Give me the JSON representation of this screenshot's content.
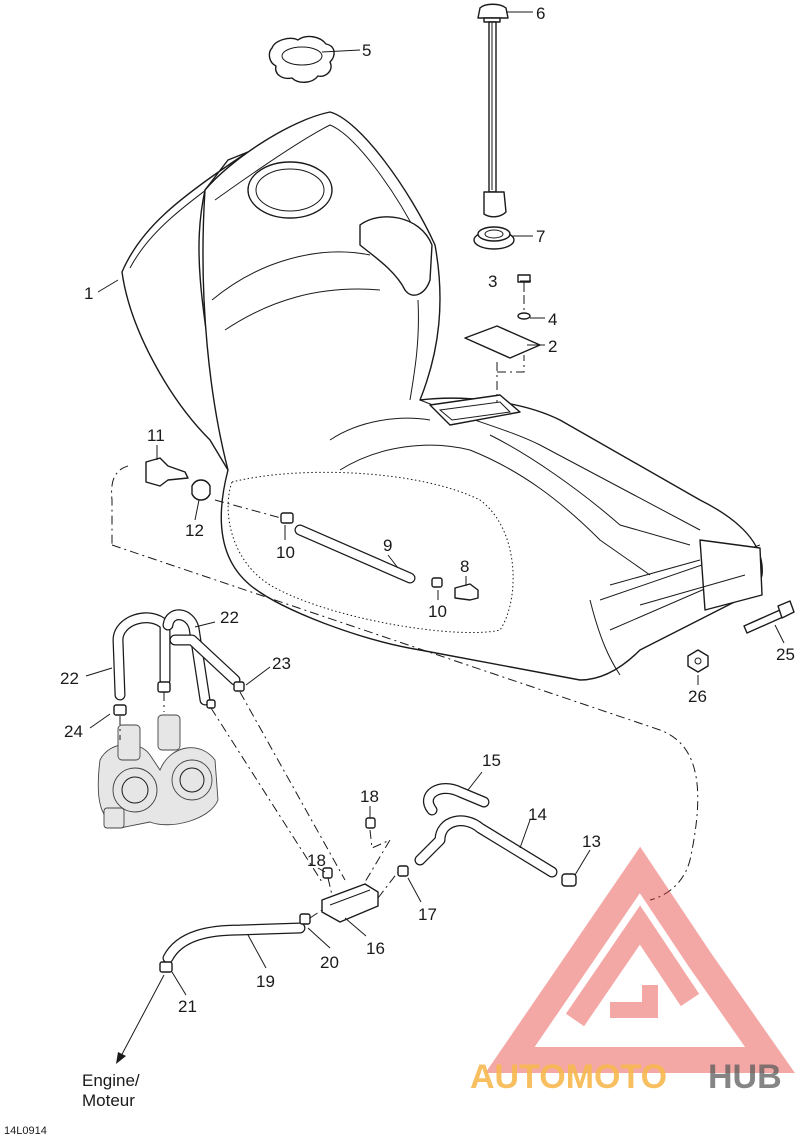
{
  "diagram": {
    "figure_code": "14L0914",
    "engine_label_line1": "Engine/",
    "engine_label_line2": "Moteur",
    "callouts": [
      "1",
      "2",
      "3",
      "4",
      "5",
      "6",
      "7",
      "8",
      "9",
      "10",
      "10",
      "11",
      "12",
      "13",
      "14",
      "15",
      "16",
      "17",
      "18",
      "18",
      "19",
      "20",
      "21",
      "22",
      "22",
      "23",
      "24",
      "25",
      "26"
    ]
  },
  "watermark": {
    "text_part1": "AUTOMOTO",
    "text_part2": "HUB",
    "colors": {
      "orange": "#f5a623",
      "red": "#e53935",
      "dark": "#333333"
    }
  }
}
